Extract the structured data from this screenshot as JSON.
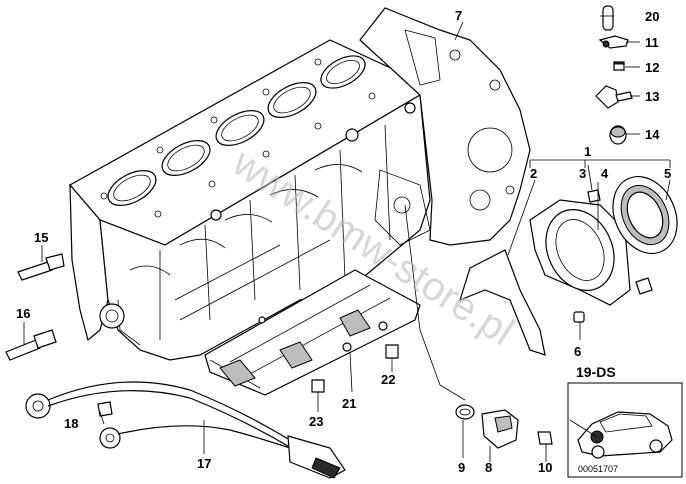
{
  "watermark": "www.bmw-store.pl",
  "inset": {
    "label": "19-DS",
    "code": "00051707"
  },
  "callouts": [
    {
      "id": "c1",
      "label": "1"
    },
    {
      "id": "c2",
      "label": "2"
    },
    {
      "id": "c3",
      "label": "3"
    },
    {
      "id": "c4",
      "label": "4"
    },
    {
      "id": "c5",
      "label": "5"
    },
    {
      "id": "c6",
      "label": "6"
    },
    {
      "id": "c7",
      "label": "7"
    },
    {
      "id": "c8",
      "label": "8"
    },
    {
      "id": "c9",
      "label": "9"
    },
    {
      "id": "c10",
      "label": "10"
    },
    {
      "id": "c11",
      "label": "11"
    },
    {
      "id": "c12",
      "label": "12"
    },
    {
      "id": "c13",
      "label": "13"
    },
    {
      "id": "c14",
      "label": "14"
    },
    {
      "id": "c15",
      "label": "15"
    },
    {
      "id": "c16",
      "label": "16"
    },
    {
      "id": "c17",
      "label": "17"
    },
    {
      "id": "c18",
      "label": "18"
    },
    {
      "id": "c20",
      "label": "20"
    },
    {
      "id": "c21",
      "label": "21"
    },
    {
      "id": "c22",
      "label": "22"
    },
    {
      "id": "c23",
      "label": "23"
    }
  ]
}
